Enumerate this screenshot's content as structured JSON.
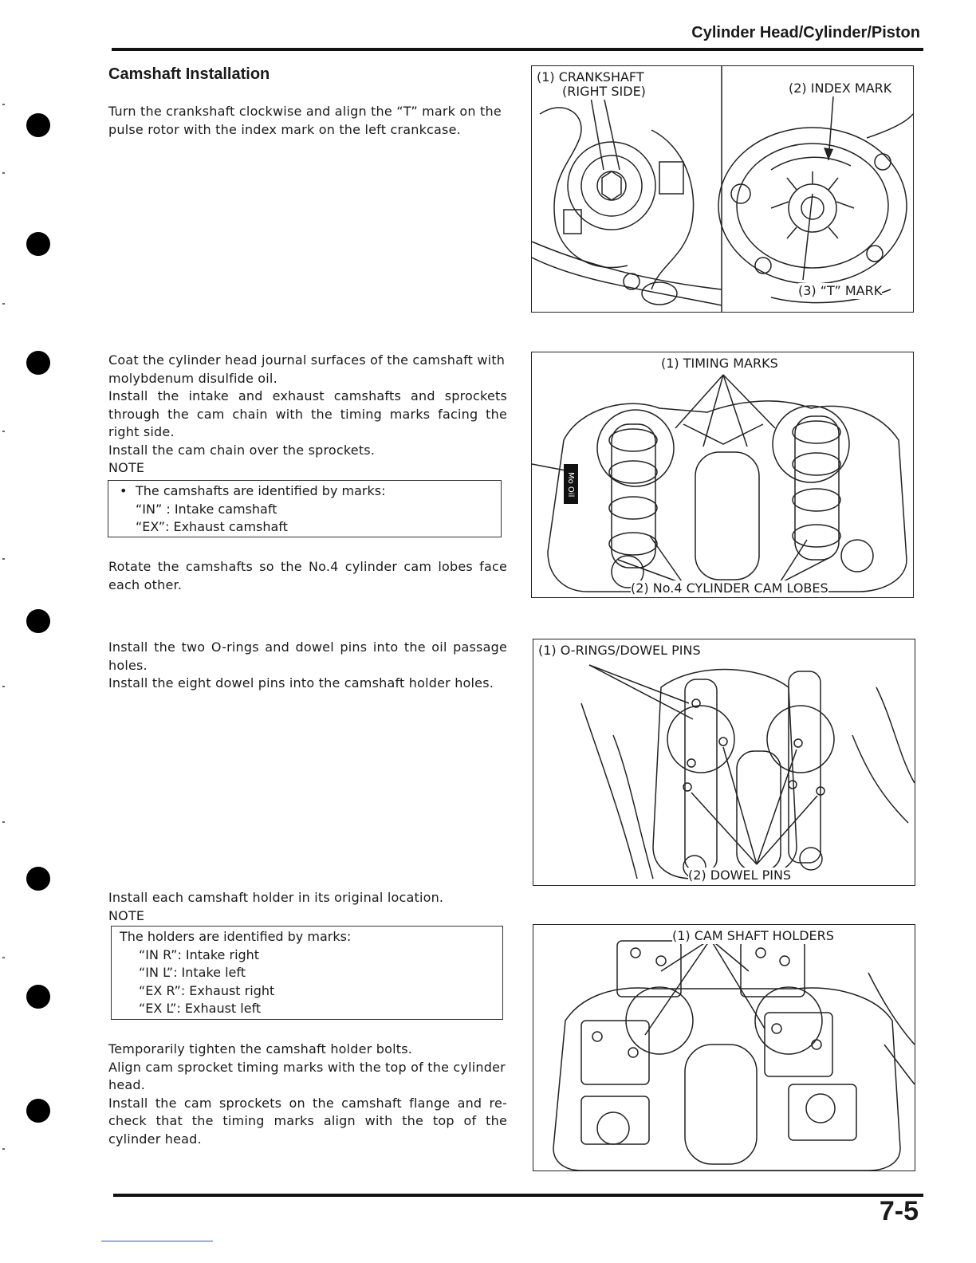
{
  "header": {
    "title": "Cylinder Head/Cylinder/Piston"
  },
  "section": {
    "title": "Camshaft Installation"
  },
  "step1": {
    "text": "Turn the crankshaft clockwise and align the “T” mark on the pulse rotor with the index mark on the left crankcase."
  },
  "step2": {
    "line1": "Coat the cylinder head journal surfaces of the camshaft with molybdenum disulfide oil.",
    "line2": "Install the intake and exhaust camshafts and sprockets through the cam chain with the timing marks facing the right side.",
    "line3": "Install the cam chain over the sprockets.",
    "note_label": "NOTE",
    "note_bullet": "•",
    "note_line1": "The camshafts are identified by marks:",
    "note_line2": "“IN” : Intake camshaft",
    "note_line3": "“EX”: Exhaust camshaft",
    "line4": "Rotate the camshafts so the No.4 cylinder cam lobes face each other."
  },
  "step3": {
    "line1": "Install the two O-rings and dowel pins into the oil passage holes.",
    "line2": "Install the eight dowel pins into the camshaft holder holes."
  },
  "step4": {
    "line1": "Install each camshaft holder in its original location.",
    "note_label": "NOTE",
    "note_line1": "The holders are identified by marks:",
    "note_line2": "“IN R”:  Intake right",
    "note_line3": "“IN L”:  Intake left",
    "note_line4": "“EX R”:  Exhaust right",
    "note_line5": "“EX L”:  Exhaust left",
    "line2": "Temporarily tighten the camshaft holder bolts.",
    "line3": "Align cam sprocket timing marks with the top of the cylinder head.",
    "line4": "Install the cam sprockets on the camshaft flange and re-check that the timing marks align with the top of the cylinder head."
  },
  "figure1": {
    "cap1": "(1) CRANKSHAFT",
    "cap1b": "(RIGHT SIDE)",
    "cap2": "(2) INDEX MARK",
    "cap3": "(3) “T” MARK"
  },
  "figure2": {
    "cap1": "(1) TIMING MARKS",
    "cap2": "(2) No.4 CYLINDER CAM LOBES",
    "moly_label": "Mo Oil"
  },
  "figure3": {
    "cap1": "(1) O-RINGS/DOWEL PINS",
    "cap2": "(2) DOWEL PINS"
  },
  "figure4": {
    "cap1": "(1) CAM SHAFT HOLDERS"
  },
  "footer": {
    "page_number": "7-5"
  }
}
